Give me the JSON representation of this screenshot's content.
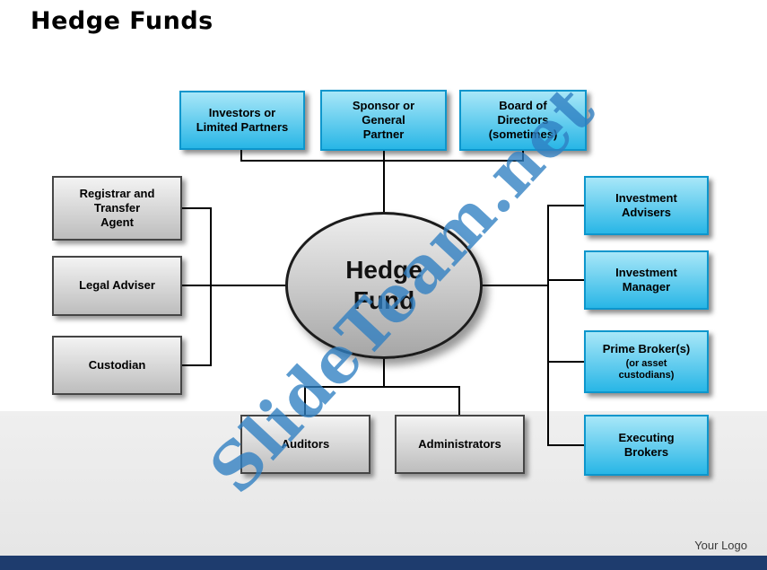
{
  "page": {
    "title": "Hedge Funds",
    "watermark": "SlideTeam.net",
    "footer": {
      "logo_text": "Your Logo"
    }
  },
  "diagram": {
    "center_ellipse": {
      "label": "Hedge\nFund"
    },
    "top_row": [
      {
        "label": "Investors or\nLimited Partners"
      },
      {
        "label": "Sponsor or\nGeneral\nPartner"
      },
      {
        "label": "Board of\nDirectors\n(sometimes)"
      }
    ],
    "left_column": [
      {
        "label": "Registrar and\nTransfer\nAgent"
      },
      {
        "label": "Legal Adviser"
      },
      {
        "label": "Custodian"
      }
    ],
    "right_column": [
      {
        "label": "Investment\nAdvisers"
      },
      {
        "label": "Investment\nManager"
      },
      {
        "label": "Prime Broker(s)",
        "sublabel": "(or asset\ncustodians)"
      },
      {
        "label": "Executing\nBrokers"
      }
    ],
    "bottom_row": [
      {
        "label": "Auditors"
      },
      {
        "label": "Administrators"
      }
    ]
  },
  "colors": {
    "cyan_box_top": "#a8e7f8",
    "cyan_box_bottom": "#28b6e6",
    "cyan_border": "#0d96cc",
    "gray_box_top": "#f3f3f3",
    "gray_box_bottom": "#bdbdbd",
    "gray_border": "#454545",
    "line": "#000000",
    "watermark": "#2f7fc2",
    "footer_bar": "#1e3c6e"
  }
}
